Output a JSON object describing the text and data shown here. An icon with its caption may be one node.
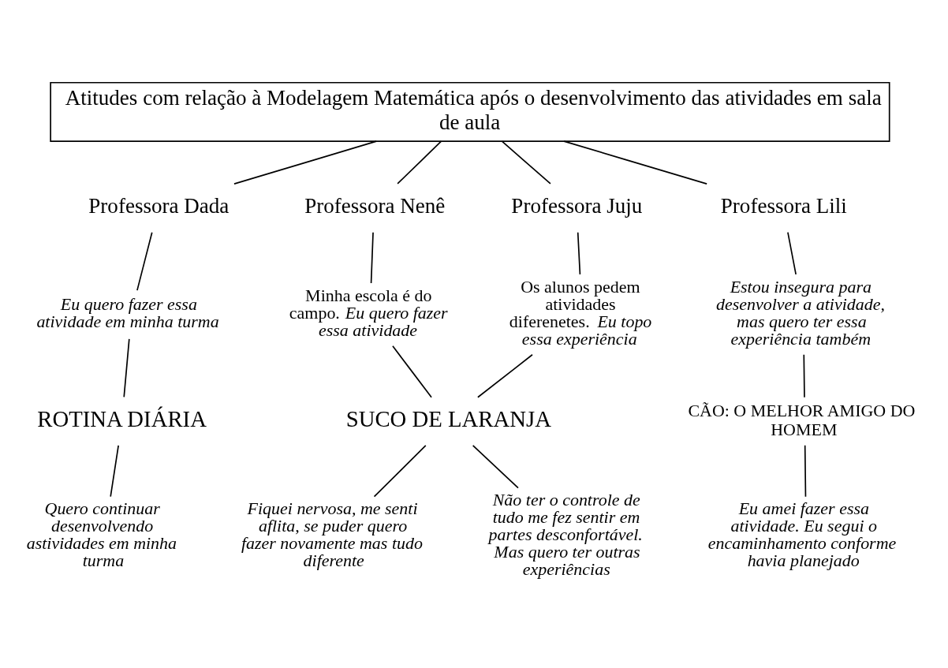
{
  "diagram": {
    "nodes": [
      {
        "text": [
          "Atitudes com relação à Modelagem Matemática após o desenvolvimento das atividades em sala de aula"
        ]
      },
      {
        "text": [
          "Professora Dada"
        ]
      },
      {
        "text": [
          "Professora Nenê"
        ]
      },
      {
        "text": [
          "Professora Juju"
        ]
      },
      {
        "text": [
          "Professora Lili"
        ]
      },
      {
        "text": [
          "Eu quero fazer essa atividade em minha turma"
        ]
      },
      {
        "text": [
          "Minha escola é do campo. *Eu quero fazer essa atividade*"
        ]
      },
      {
        "text": [
          "Os alunos pedem atividades diferenetes. *Eu topo essa experiência*"
        ]
      },
      {
        "text": [
          "Estou insegura para desenvolver a atividade, mas quero ter essa experiência também"
        ]
      },
      {
        "text": [
          "ROTINA DIÁRIA"
        ]
      },
      {
        "text": [
          "SUCO DE LARANJA"
        ]
      },
      {
        "text": [
          "CÃO: O MELHOR AMIGO DO HOMEM"
        ]
      },
      {
        "text": [
          "Quero continuar desenvolvendo astividades em minha turma"
        ]
      },
      {
        "text": [
          "Fiquei nervosa, me senti aflita, se puder quero fazer novamente mas tudo diferente"
        ]
      },
      {
        "text": [
          "Não ter o controle de tudo me fez sentir em partes desconfortável. Mas quero ter outras experiências"
        ]
      },
      {
        "text": [
          "Eu amei fazer essa atividade. Eu segui o encaminhamento conforme havia planejado"
        ]
      }
    ],
    "edges": [
      {
        "from": 0,
        "to": 1,
        "arrow": "none"
      },
      {
        "from": 0,
        "to": 2,
        "arrow": "none"
      },
      {
        "from": 0,
        "to": 3,
        "arrow": "none"
      },
      {
        "from": 0,
        "to": 4,
        "arrow": "none"
      },
      {
        "from": 1,
        "to": 5,
        "arrow": "none"
      },
      {
        "from": 2,
        "to": 6,
        "arrow": "none"
      },
      {
        "from": 3,
        "to": 7,
        "arrow": "none"
      },
      {
        "from": 4,
        "to": 8,
        "arrow": "none"
      },
      {
        "from": 5,
        "to": 9,
        "arrow": "none"
      },
      {
        "from": 6,
        "to": 10,
        "arrow": "none"
      },
      {
        "from": 7,
        "to": 10,
        "arrow": "none"
      },
      {
        "from": 8,
        "to": 11,
        "arrow": "none"
      },
      {
        "from": 9,
        "to": 12,
        "arrow": "none"
      },
      {
        "from": 10,
        "to": 13,
        "arrow": "none"
      },
      {
        "from": 10,
        "to": 14,
        "arrow": "none"
      },
      {
        "from": 11,
        "to": 15,
        "arrow": "none"
      }
    ]
  }
}
